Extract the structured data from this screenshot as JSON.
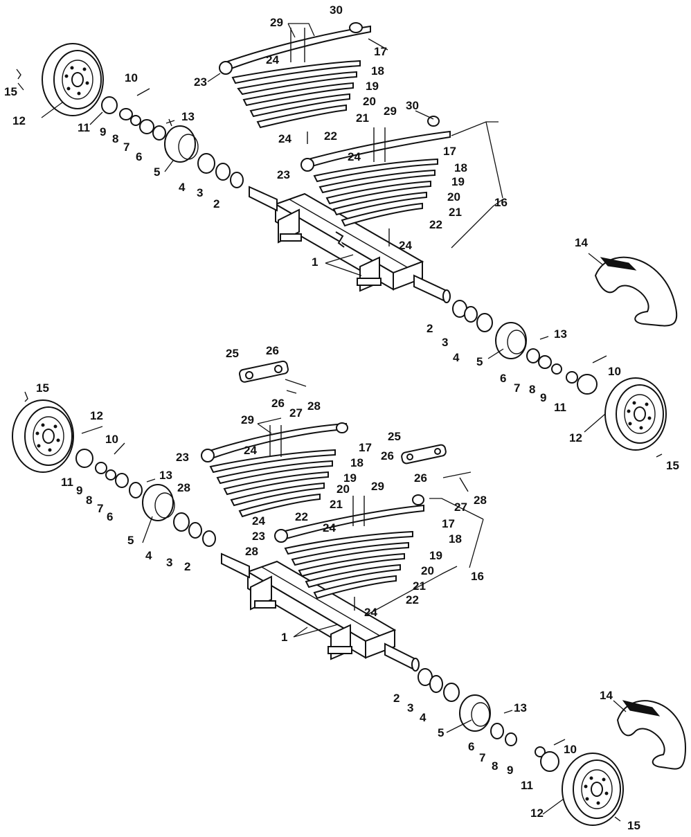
{
  "diagram": {
    "assemblies": [
      {
        "name": "upper-axle",
        "callouts": [
          "1",
          "2",
          "3",
          "4",
          "5",
          "6",
          "7",
          "8",
          "9",
          "10",
          "11",
          "12",
          "13",
          "14",
          "15",
          "16",
          "17",
          "18",
          "19",
          "20",
          "21",
          "22",
          "23",
          "24",
          "29",
          "30"
        ]
      },
      {
        "name": "lower-axle",
        "callouts": [
          "1",
          "2",
          "3",
          "4",
          "5",
          "6",
          "7",
          "8",
          "9",
          "10",
          "11",
          "12",
          "13",
          "14",
          "15",
          "16",
          "17",
          "18",
          "19",
          "20",
          "21",
          "22",
          "23",
          "24",
          "25",
          "26",
          "27",
          "28",
          "29"
        ]
      }
    ],
    "colors": {
      "line": "#111111",
      "background": "#ffffff"
    }
  }
}
